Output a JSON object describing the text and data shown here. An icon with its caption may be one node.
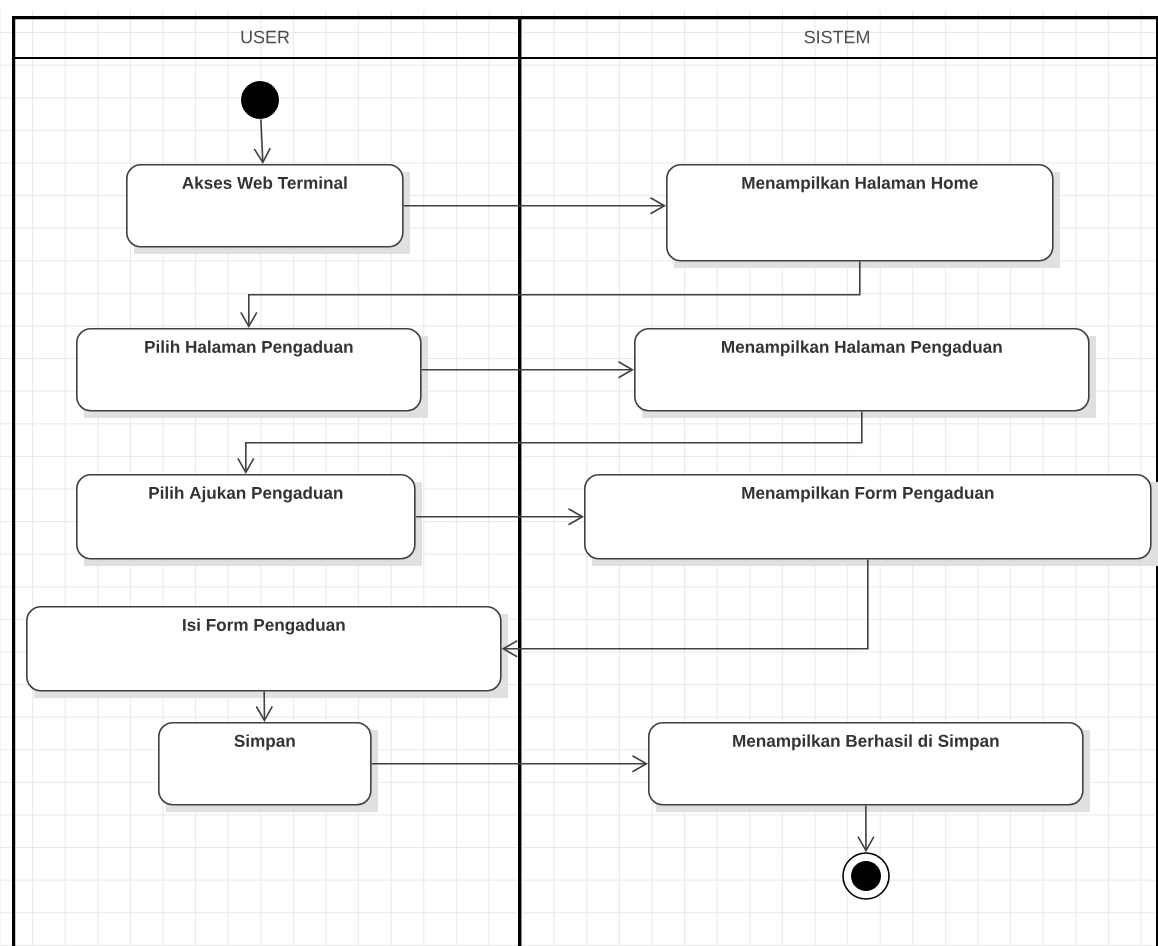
{
  "diagram": {
    "nodes": [
      {
        "text": [
          "USER"
        ]
      },
      {
        "text": [
          "SISTEM"
        ]
      },
      {
        "text": [],
        "shape": "circle",
        "in": 0
      },
      {
        "text": [
          "Akses Web Terminal"
        ],
        "in": 0
      },
      {
        "text": [
          "Menampilkan Halaman Home"
        ],
        "in": 1
      },
      {
        "text": [
          "Pilih Halaman Pengaduan"
        ],
        "in": 0
      },
      {
        "text": [
          "Menampilkan Halaman Pengaduan"
        ],
        "in": 1
      },
      {
        "text": [
          "Pilih Ajukan Pengaduan"
        ],
        "in": 0
      },
      {
        "text": [
          "Menampilkan Form Pengaduan"
        ],
        "in": 1
      },
      {
        "text": [
          "Isi Form Pengaduan"
        ],
        "in": 0
      },
      {
        "text": [
          "Simpan"
        ],
        "in": 0
      },
      {
        "text": [
          "Menampilkan Berhasil di Simpan"
        ],
        "in": 1
      },
      {
        "text": [],
        "shape": "circle",
        "in": 1
      }
    ],
    "edges": [
      {
        "from": 2,
        "to": 3,
        "arrow": "to"
      },
      {
        "from": 3,
        "to": 4,
        "arrow": "to"
      },
      {
        "from": 4,
        "to": 5,
        "arrow": "to"
      },
      {
        "from": 5,
        "to": 6,
        "arrow": "to"
      },
      {
        "from": 6,
        "to": 7,
        "arrow": "to"
      },
      {
        "from": 7,
        "to": 8,
        "arrow": "to"
      },
      {
        "from": 8,
        "to": 9,
        "arrow": "to"
      },
      {
        "from": 9,
        "to": 10,
        "arrow": "to"
      },
      {
        "from": 10,
        "to": 11,
        "arrow": "to"
      },
      {
        "from": 11,
        "to": 12,
        "arrow": "to"
      }
    ]
  }
}
